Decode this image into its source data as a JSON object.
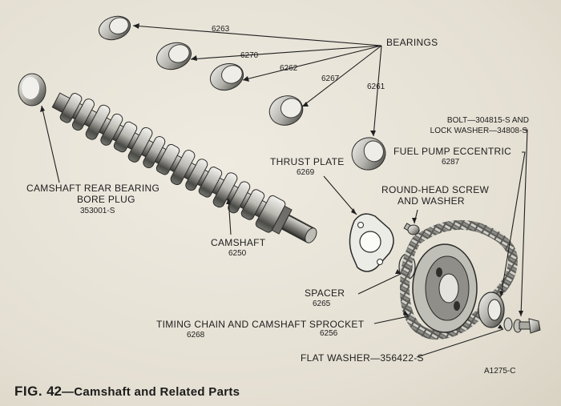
{
  "labels": {
    "bearings": "BEARINGS",
    "bearing_nums": [
      "6263",
      "6270",
      "6262",
      "6267",
      "6261"
    ],
    "bolt_line1": "BOLT—304815-S AND",
    "bolt_line2": "LOCK WASHER—34808-S",
    "fuel_pump": "FUEL PUMP ECCENTRIC",
    "fuel_pump_num": "6287",
    "thrust_plate": "THRUST PLATE",
    "thrust_plate_num": "6269",
    "round_head_line1": "ROUND-HEAD SCREW",
    "round_head_line2": "AND WASHER",
    "rear_plug_line1": "CAMSHAFT REAR BEARING",
    "rear_plug_line2": "BORE PLUG",
    "rear_plug_num": "353001-S",
    "camshaft": "CAMSHAFT",
    "camshaft_num": "6250",
    "spacer": "SPACER",
    "spacer_num": "6265",
    "timing_chain": "TIMING CHAIN AND CAMSHAFT SPROCKET",
    "timing_chain_num": "6256",
    "timing_chain_num2": "6268",
    "flat_washer": "FLAT WASHER—356422-S",
    "ref_code": "A1275-C"
  },
  "caption": {
    "fig": "FIG.",
    "number": "42",
    "title": "—Camshaft and Related Parts"
  },
  "colors": {
    "ink": "#1d1d1d",
    "paper": "#e7e2d6",
    "metal_dark": "#3a3a3a",
    "metal_mid": "#8a8a84",
    "metal_light": "#d8d6cf"
  }
}
